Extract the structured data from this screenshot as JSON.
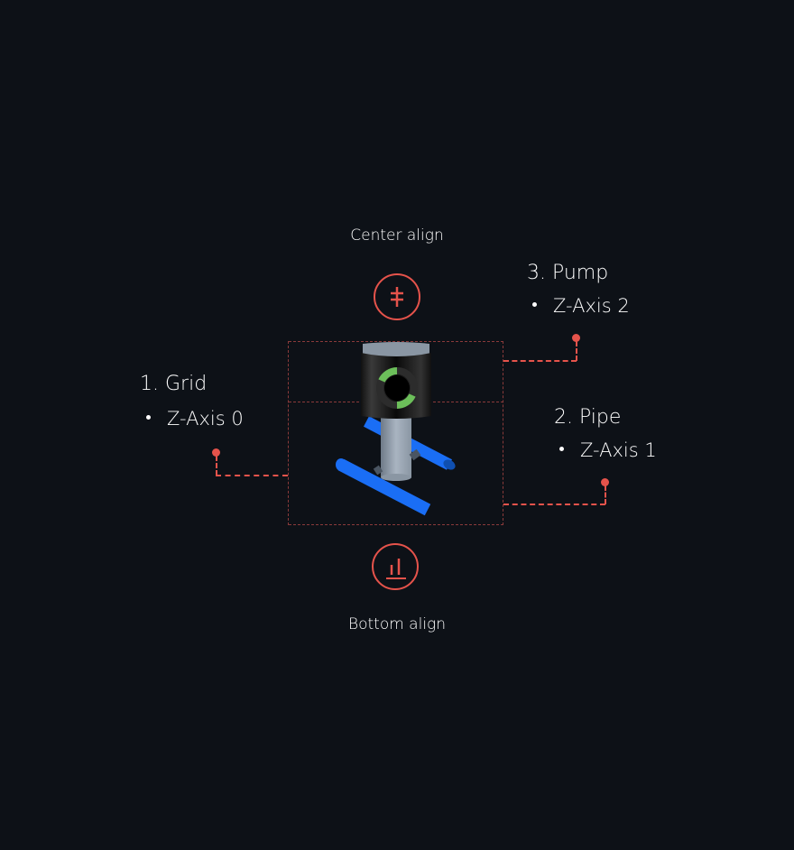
{
  "alignments": {
    "center": {
      "label": "Center align",
      "icon": "center-align-icon"
    },
    "bottom": {
      "label": "Bottom align",
      "icon": "bottom-align-icon"
    }
  },
  "layers": [
    {
      "number": "1.",
      "name": "Grid",
      "z_axis": "Z-Axis 0"
    },
    {
      "number": "2.",
      "name": "Pipe",
      "z_axis": "Z-Axis 1"
    },
    {
      "number": "3.",
      "name": "Pump",
      "z_axis": "Z-Axis 2"
    }
  ],
  "labels": {
    "grid_title": "1. Grid",
    "grid_sub": "Z-Axis 0",
    "pipe_title": "2. Pipe",
    "pipe_sub": "Z-Axis 1",
    "pump_title": "3. Pump",
    "pump_sub": "Z-Axis 2"
  },
  "colors": {
    "background": "#0d1117",
    "accent": "#e5534b",
    "pipe_blue": "#1a6ef5",
    "status_green": "#6cbf5a",
    "text": "#ffffff"
  }
}
